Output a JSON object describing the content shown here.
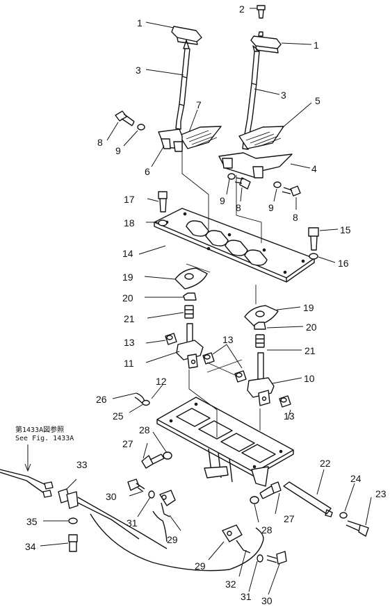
{
  "reference_note": {
    "line1": "第1433A図参照",
    "line2": "See Fig. 1433A"
  },
  "callouts": [
    {
      "id": "c1a",
      "label": "1"
    },
    {
      "id": "c1b",
      "label": "1"
    },
    {
      "id": "c2",
      "label": "2"
    },
    {
      "id": "c3a",
      "label": "3"
    },
    {
      "id": "c3b",
      "label": "3"
    },
    {
      "id": "c4",
      "label": "4"
    },
    {
      "id": "c5",
      "label": "5"
    },
    {
      "id": "c6",
      "label": "6"
    },
    {
      "id": "c7",
      "label": "7"
    },
    {
      "id": "c8a",
      "label": "8"
    },
    {
      "id": "c8b",
      "label": "8"
    },
    {
      "id": "c8c",
      "label": "8"
    },
    {
      "id": "c9a",
      "label": "9"
    },
    {
      "id": "c9b",
      "label": "9"
    },
    {
      "id": "c9c",
      "label": "9"
    },
    {
      "id": "c10",
      "label": "10"
    },
    {
      "id": "c11",
      "label": "11"
    },
    {
      "id": "c12",
      "label": "12"
    },
    {
      "id": "c13a",
      "label": "13"
    },
    {
      "id": "c13b",
      "label": "13"
    },
    {
      "id": "c13c",
      "label": "13"
    },
    {
      "id": "c14",
      "label": "14"
    },
    {
      "id": "c15",
      "label": "15"
    },
    {
      "id": "c16",
      "label": "16"
    },
    {
      "id": "c17",
      "label": "17"
    },
    {
      "id": "c18",
      "label": "18"
    },
    {
      "id": "c19a",
      "label": "19"
    },
    {
      "id": "c19b",
      "label": "19"
    },
    {
      "id": "c20a",
      "label": "20"
    },
    {
      "id": "c20b",
      "label": "20"
    },
    {
      "id": "c21a",
      "label": "21"
    },
    {
      "id": "c21b",
      "label": "21"
    },
    {
      "id": "c22",
      "label": "22"
    },
    {
      "id": "c23",
      "label": "23"
    },
    {
      "id": "c24",
      "label": "24"
    },
    {
      "id": "c25",
      "label": "25"
    },
    {
      "id": "c26",
      "label": "26"
    },
    {
      "id": "c27a",
      "label": "27"
    },
    {
      "id": "c27b",
      "label": "27"
    },
    {
      "id": "c28a",
      "label": "28"
    },
    {
      "id": "c28b",
      "label": "28"
    },
    {
      "id": "c29a",
      "label": "29"
    },
    {
      "id": "c29b",
      "label": "29"
    },
    {
      "id": "c30a",
      "label": "30"
    },
    {
      "id": "c30b",
      "label": "30"
    },
    {
      "id": "c31a",
      "label": "31"
    },
    {
      "id": "c31b",
      "label": "31"
    },
    {
      "id": "c32",
      "label": "32"
    },
    {
      "id": "c33",
      "label": "33"
    },
    {
      "id": "c34",
      "label": "34"
    },
    {
      "id": "c35",
      "label": "35"
    }
  ]
}
